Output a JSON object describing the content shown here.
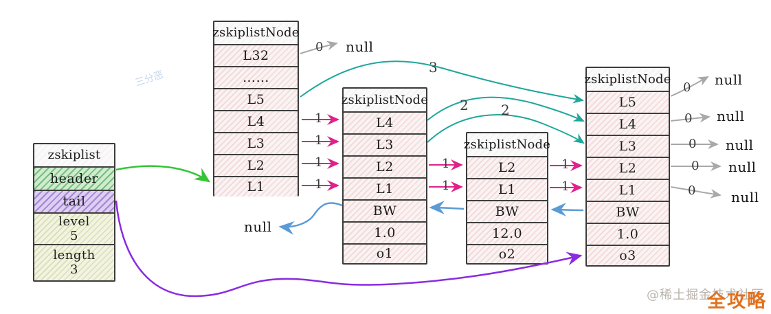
{
  "watermarks": {
    "top_left": "三分恶",
    "site": "@稀土掘金技术社区",
    "overlay": "全攻略"
  },
  "colors": {
    "level_link": "#e0218a",
    "span_link": "#1fa79b",
    "backward_link": "#5b9bd5",
    "header_link": "#35c435",
    "tail_link": "#8a2be2",
    "null_link": "#9e9e9e"
  },
  "zskiplist": {
    "title": "zskiplist",
    "header_label": "header",
    "tail_label": "tail",
    "level_label": "level",
    "level_value": "5",
    "length_label": "length",
    "length_value": "3"
  },
  "nodes": [
    {
      "title": "zskiplistNode",
      "rows": [
        "L32",
        "……",
        "L5",
        "L4",
        "L3",
        "L2",
        "L1"
      ]
    },
    {
      "title": "zskiplistNode",
      "rows": [
        "L4",
        "L3",
        "L2",
        "L1",
        "BW",
        "1.0",
        "o1"
      ]
    },
    {
      "title": "zskiplistNode",
      "rows": [
        "L2",
        "L1",
        "BW",
        "12.0",
        "o2"
      ]
    },
    {
      "title": "zskiplistNode",
      "rows": [
        "L5",
        "L4",
        "L3",
        "L2",
        "L1",
        "BW",
        "1.0",
        "o3"
      ]
    }
  ],
  "labels": {
    "top_zero": "0",
    "top_null": "null",
    "span3": "3",
    "span2_a": "2",
    "span2_b": "2",
    "ones": [
      "1",
      "1",
      "1",
      "1",
      "1",
      "1",
      "1",
      "1"
    ],
    "right_zeros": [
      "0",
      "0",
      "0",
      "0",
      "0"
    ],
    "right_nulls": [
      "null",
      "null",
      "null",
      "null",
      "null"
    ],
    "bw_null": "null"
  }
}
